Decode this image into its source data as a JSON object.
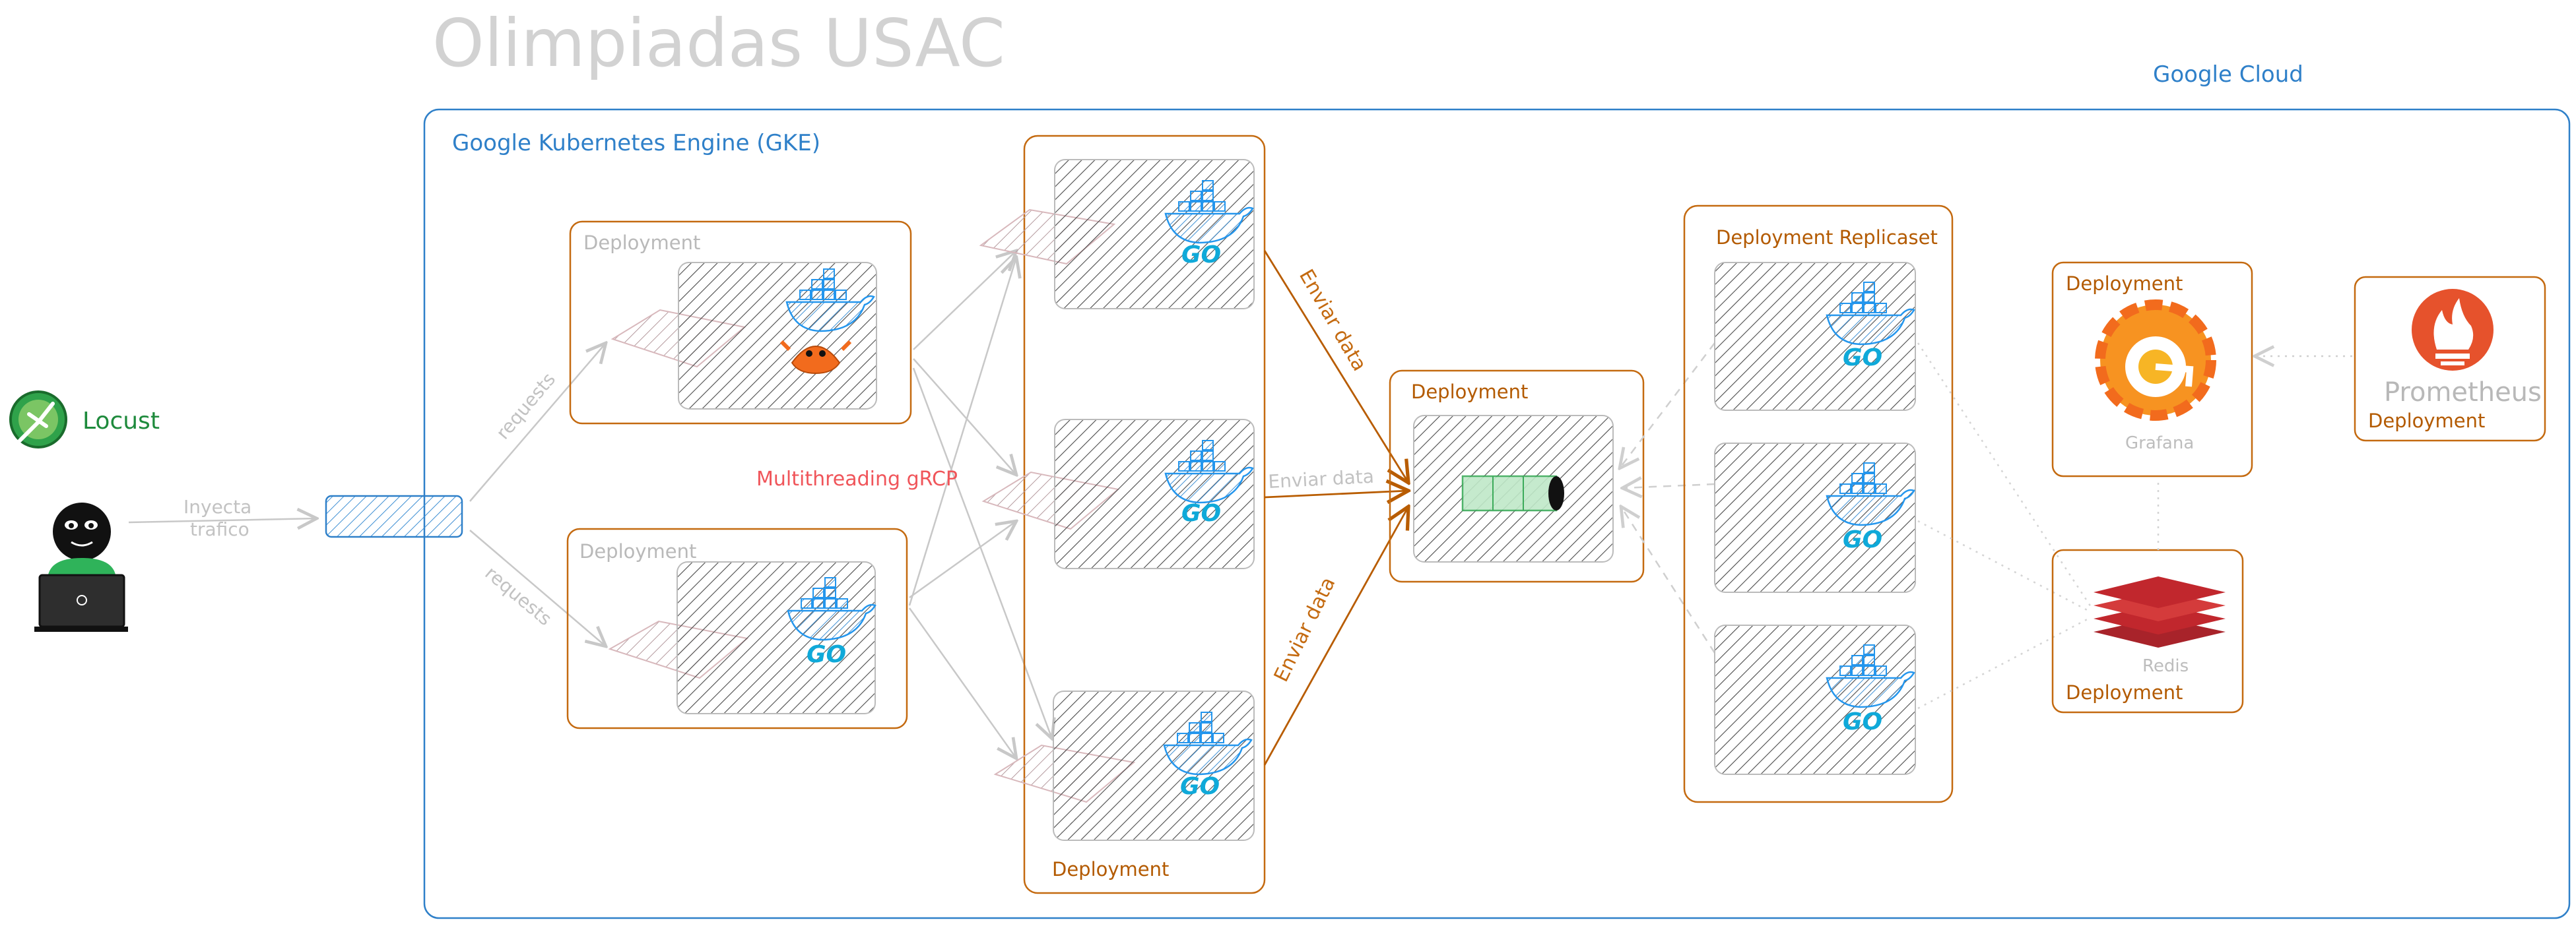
{
  "title": "Olimpiadas USAC",
  "cloud": {
    "label": "Google Cloud"
  },
  "cluster": {
    "label": "Google Kubernetes Engine (GKE)"
  },
  "actors": {
    "locust": "Locust"
  },
  "edges": {
    "inject": [
      "Inyecta",
      "trafico"
    ],
    "requests_top": "requests",
    "requests_bottom": "requests",
    "multithreading": "Multithreading gRCP",
    "enviar_data": "Enviar data"
  },
  "deployments": {
    "rust_api": "Deployment",
    "go_api": "Deployment",
    "grpc_servers": "Deployment",
    "kafka": "Deployment",
    "consumers": "Deployment Replicaset",
    "grafana": "Deployment",
    "prometheus": "Deployment",
    "redis": "Deployment"
  },
  "logos": {
    "go": "GO",
    "grafana": "Grafana",
    "prometheus": "Prometheus",
    "redis": "Redis"
  },
  "colors": {
    "cloud_border": "#2f80c9",
    "deployment_border": "#c46a10",
    "arrow_orange": "#b85c00",
    "arrow_grey": "#c8c8c8",
    "docker_blue": "#2496ed",
    "go_cyan": "#0fa9d9",
    "grafana_orange": "#f26b1d",
    "prometheus_red": "#e6522c",
    "redis_red": "#c1272d",
    "locust_green": "#1e8a3c"
  },
  "icons": [
    "docker-whale-icon",
    "go-gopher-icon",
    "rust-crab-icon",
    "kafka-tube-icon",
    "grafana-icon",
    "prometheus-flame-icon",
    "redis-stack-icon",
    "locust-logo-icon",
    "user-laptop-icon"
  ]
}
